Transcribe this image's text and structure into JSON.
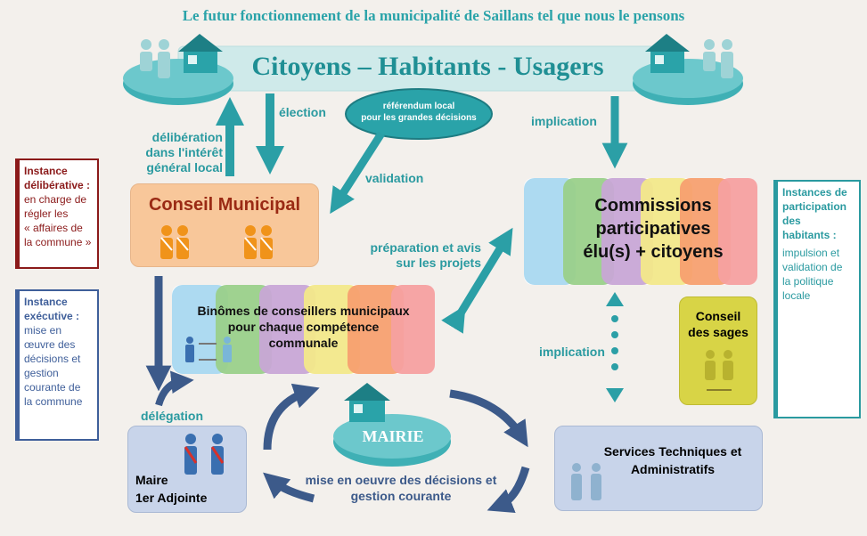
{
  "header": {
    "title": "Le futur fonctionnement de la municipalité de Saillans tel que nous le pensons",
    "banner": "Citoyens – Habitants - Usagers"
  },
  "referendum": {
    "line1": "référendum local",
    "line2": "pour les grandes décisions"
  },
  "labels": {
    "election": "élection",
    "deliberation": [
      "délibération",
      "dans l'intérêt",
      "général local"
    ],
    "validation": "validation",
    "implication_top": "implication",
    "preparation": [
      "préparation et avis",
      "sur les projets"
    ],
    "implication_mid": "implication",
    "delegation": "délégation",
    "mise_en_oeuvre": [
      "mise en oeuvre des décisions et",
      "gestion courante"
    ]
  },
  "boxes": {
    "conseil_municipal": "Conseil Municipal",
    "commissions": [
      "Commissions",
      "participatives",
      "élu(s) + citoyens"
    ],
    "binomes": [
      "Binômes de conseillers municipaux",
      "pour chaque compétence",
      "communale"
    ],
    "conseil_sages": [
      "Conseil",
      "des sages"
    ],
    "services": [
      "Services Techniques et",
      "Administratifs"
    ],
    "maire": [
      "Maire",
      "1er Adjointe"
    ],
    "mairie": "MAIRIE"
  },
  "side_notes": {
    "deliberative": {
      "title": [
        "Instance",
        "délibérative :"
      ],
      "body": [
        "en charge de",
        "régler les",
        "« affaires de",
        "la commune »"
      ]
    },
    "executive": {
      "title": [
        "Instance",
        "exécutive :"
      ],
      "body": [
        "mise en",
        "œuvre des",
        "décisions et",
        "gestion",
        "courante de",
        "la commune"
      ]
    },
    "participation": {
      "title": [
        "Instances de",
        "participation",
        "des",
        "habitants :"
      ],
      "body": [
        "impulsion et",
        "validation de",
        "la politique",
        "locale"
      ]
    }
  },
  "colors": {
    "teal": "#2aa3a9",
    "arrow_teal": "#2b9fa6",
    "arrow_navy": "#3c5a8a",
    "deliberative_border": "#8b1a1a",
    "executive_border": "#3f5f9a",
    "participation_border": "#2a9aa0",
    "stripes": [
      "#a9d8f0",
      "#9ad08a",
      "#c8a6d6",
      "#f2e88a",
      "#f7a070",
      "#f6a0a0"
    ]
  }
}
